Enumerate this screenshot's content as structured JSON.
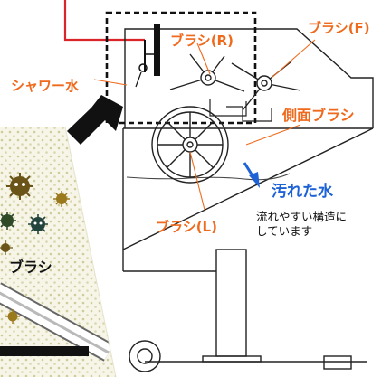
{
  "labels": {
    "shower_water": "シャワー水",
    "brush_r": "ブラシ(R)",
    "brush_f": "ブラシ(F)",
    "side_brush": "側面ブラシ",
    "dirty_water": "汚れた水",
    "brush_l": "ブラシ(L)",
    "note_line1": "流れやすい構造に",
    "note_line2": "しています",
    "inset_brush": "ブラシ"
  },
  "colors": {
    "orange": "#ef6a1d",
    "blue": "#1e63d6",
    "red": "#d9252a",
    "black": "#111111",
    "inset_bg": "#f3f2e4"
  }
}
